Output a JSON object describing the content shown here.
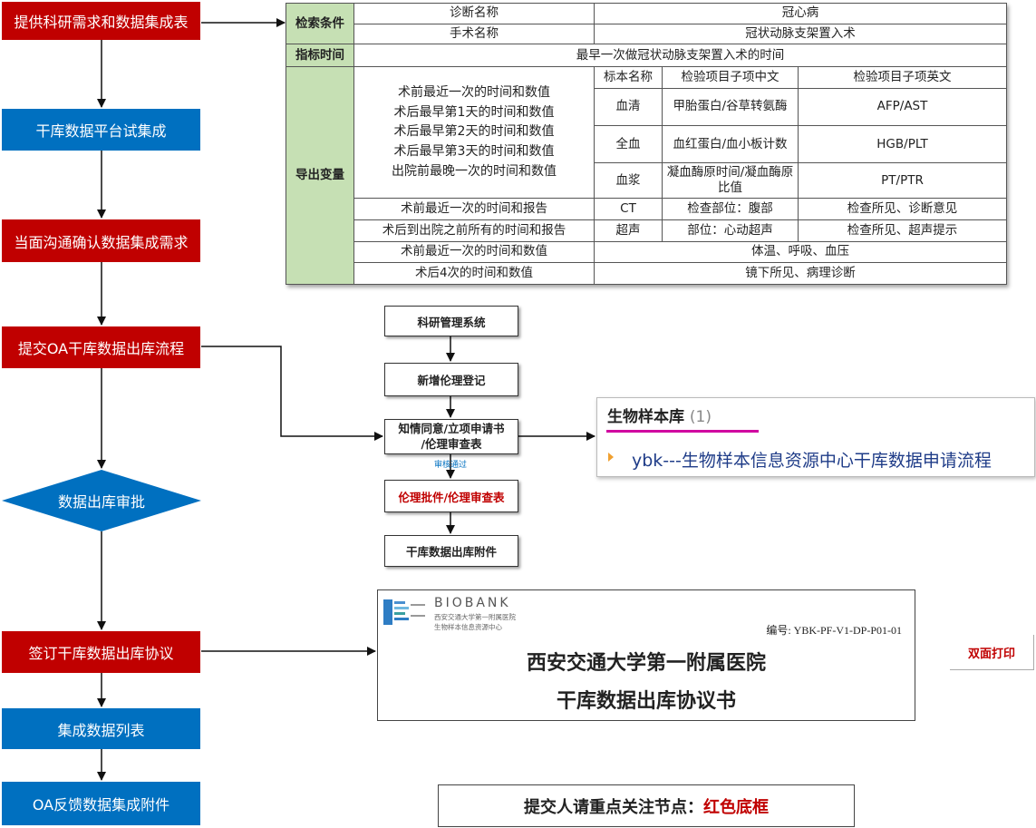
{
  "flow": {
    "step1": "提供科研需求和数据集成表",
    "step2": "干库数据平台试集成",
    "step3": "当面沟通确认数据集成需求",
    "step4": "提交OA干库数据出库流程",
    "step5": "数据出库审批",
    "step6": "签订干库数据出库协议",
    "step7": "集成数据列表",
    "step8": "OA反馈数据集成附件"
  },
  "colors": {
    "red": "#c00000",
    "blue": "#0070c0",
    "header_green": "#c6e0b4"
  },
  "table": {
    "search_label": "检索条件",
    "diag_label": "诊断名称",
    "diag_value": "冠心病",
    "surg_label": "手术名称",
    "surg_value": "冠状动脉支架置入术",
    "time_label": "指标时间",
    "time_value": "最早一次做冠状动脉支架置入术的时间",
    "export_label": "导出变量",
    "lab_times": "术前最近一次的时间和数值\n术后最早第1天的时间和数值\n术后最早第2天的时间和数值\n术后最早第3天的时间和数值\n出院前最晚一次的时间和数值",
    "col_specimen": "标本名称",
    "col_cn": "检验项目子项中文",
    "col_en": "检验项目子项英文",
    "rows": [
      {
        "specimen": "血清",
        "cn": "甲胎蛋白/谷草转氨酶",
        "en": "AFP/AST"
      },
      {
        "specimen": "全血",
        "cn": "血红蛋白/血小板计数",
        "en": "HGB/PLT"
      },
      {
        "specimen": "血浆",
        "cn": "凝血酶原时间/凝血酶原比值",
        "en": "PT/PTR"
      }
    ],
    "ct": {
      "time": "术前最近一次的时间和报告",
      "type": "CT",
      "part": "检查部位：腹部",
      "result": "检查所见、诊断意见"
    },
    "us": {
      "time": "术后到出院之前所有的时间和报告",
      "type": "超声",
      "part": "部位：心动超声",
      "result": "检查所见、超声提示"
    },
    "vital": {
      "time": "术前最近一次的时间和数值",
      "items": "体温、呼吸、血压"
    },
    "path": {
      "time": "术后4次的时间和数值",
      "items": "镜下所见、病理诊断"
    }
  },
  "sub_flow": {
    "box1": "科研管理系统",
    "box2": "新增伦理登记",
    "box3": "知情同意/立项申请书\n/伦理审查表",
    "approved": "审核通过",
    "box4": "伦理批件/伦理审查表",
    "box5": "干库数据出库附件"
  },
  "biobank_panel": {
    "title": "生物样本库",
    "count": "(1)",
    "link": "ybk---生物样本信息资源中心干库数据申请流程"
  },
  "agreement": {
    "brand": "BIOBANK",
    "sub1": "西安交通大学第一附属医院",
    "sub2": "生物样本信息资源中心",
    "code": "编号: YBK-PF-V1-DP-P01-01",
    "hospital": "西安交通大学第一附属医院",
    "doc_title": "干库数据出库协议书"
  },
  "print_label": "双面打印",
  "note": {
    "prefix": "提交人请重点关注节点：",
    "highlight": "红色底框"
  }
}
